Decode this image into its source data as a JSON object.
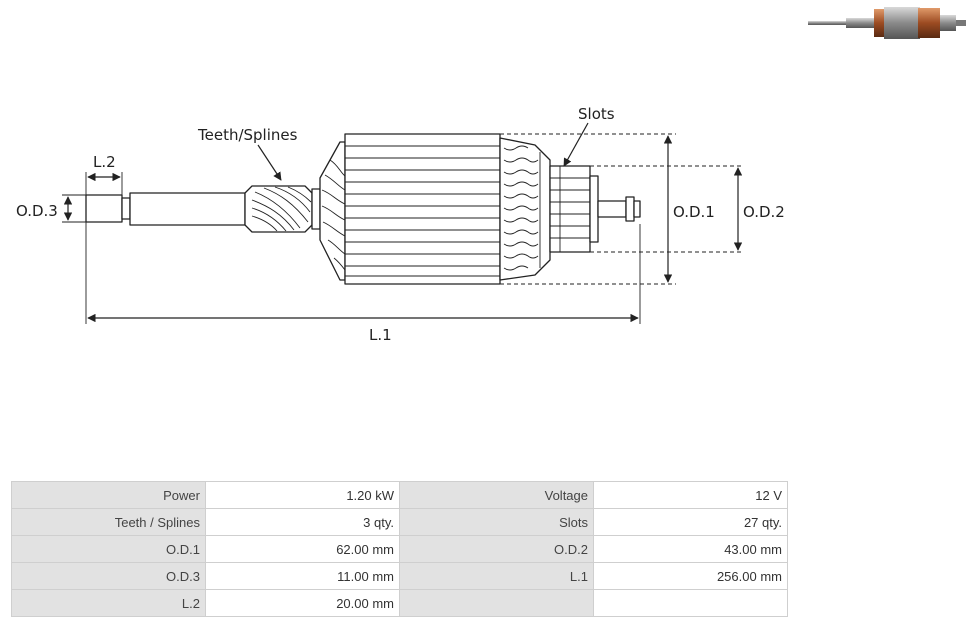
{
  "diagram": {
    "labels": {
      "teeth": "Teeth/Splines",
      "slots": "Slots",
      "l2": "L.2",
      "od3": "O.D.3",
      "od1": "O.D.1",
      "od2": "O.D.2",
      "l1": "L.1"
    }
  },
  "specs": {
    "rows": [
      {
        "k1": "Power",
        "v1": "1.20 kW",
        "k2": "Voltage",
        "v2": "12 V"
      },
      {
        "k1": "Teeth / Splines",
        "v1": "3 qty.",
        "k2": "Slots",
        "v2": "27 qty."
      },
      {
        "k1": "O.D.1",
        "v1": "62.00 mm",
        "k2": "O.D.2",
        "v2": "43.00 mm"
      },
      {
        "k1": "O.D.3",
        "v1": "11.00 mm",
        "k2": "L.1",
        "v2": "256.00 mm"
      },
      {
        "k1": "L.2",
        "v1": "20.00 mm",
        "k2": "",
        "v2": ""
      }
    ]
  },
  "colors": {
    "copper": "#b5653a",
    "steel": "#9a9a9a",
    "line": "#222222"
  }
}
